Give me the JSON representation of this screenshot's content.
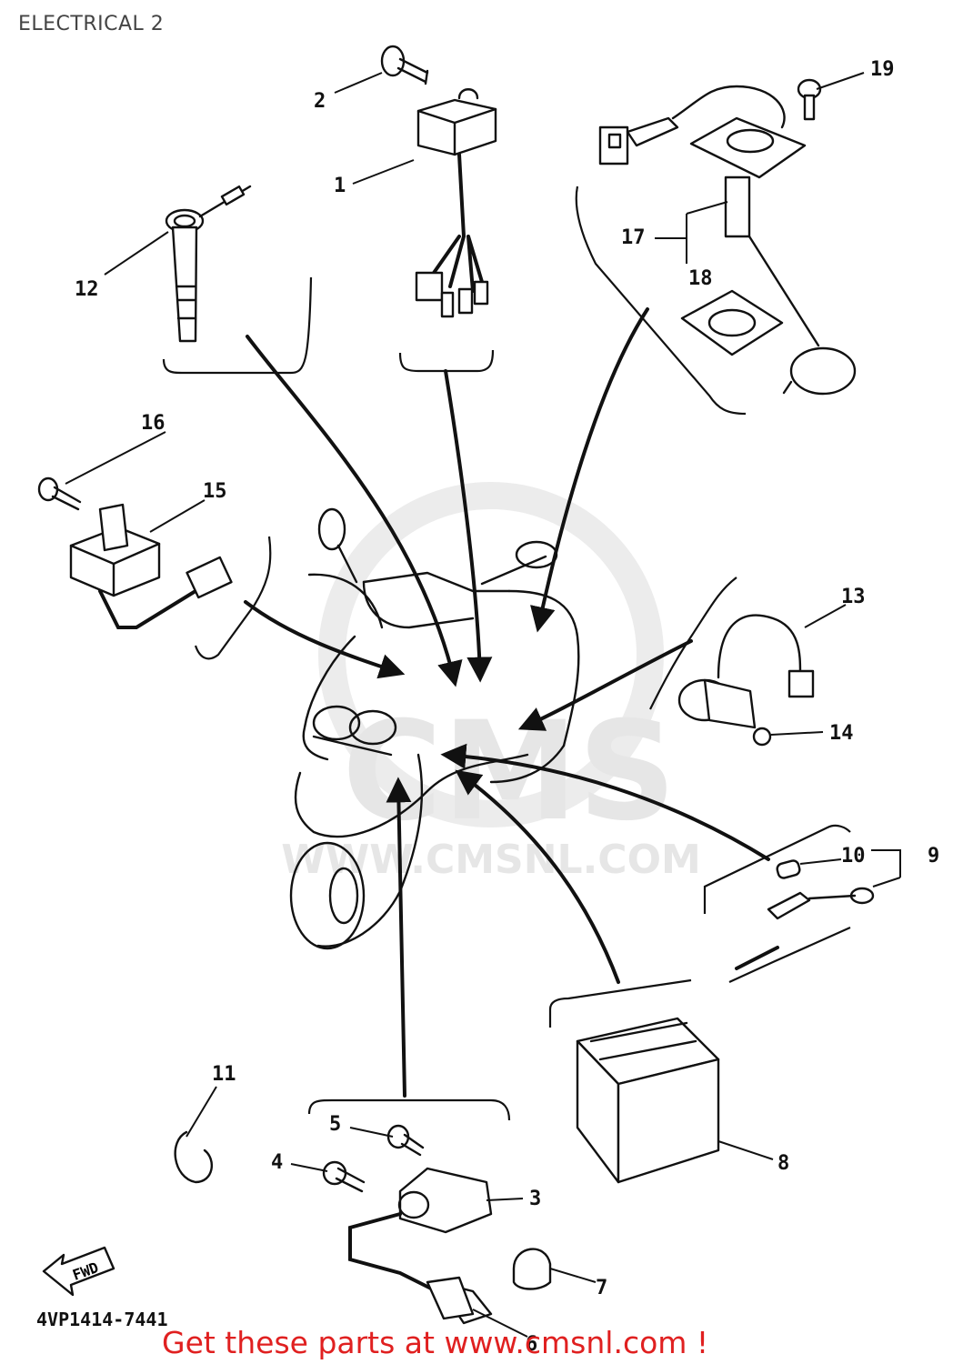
{
  "title": "ELECTRICAL 2",
  "diagram_code": "4VP1414-7441",
  "fwd_label": "FWD",
  "watermark": "WWW.CMSNL.COM",
  "watermark_logo": "CMS",
  "promo": "Get these parts at www.cmsnl.com !",
  "callouts": [
    "1",
    "2",
    "3",
    "4",
    "5",
    "6",
    "7",
    "8",
    "9",
    "10",
    "11",
    "12",
    "13",
    "14",
    "15",
    "16",
    "17",
    "18",
    "19"
  ]
}
